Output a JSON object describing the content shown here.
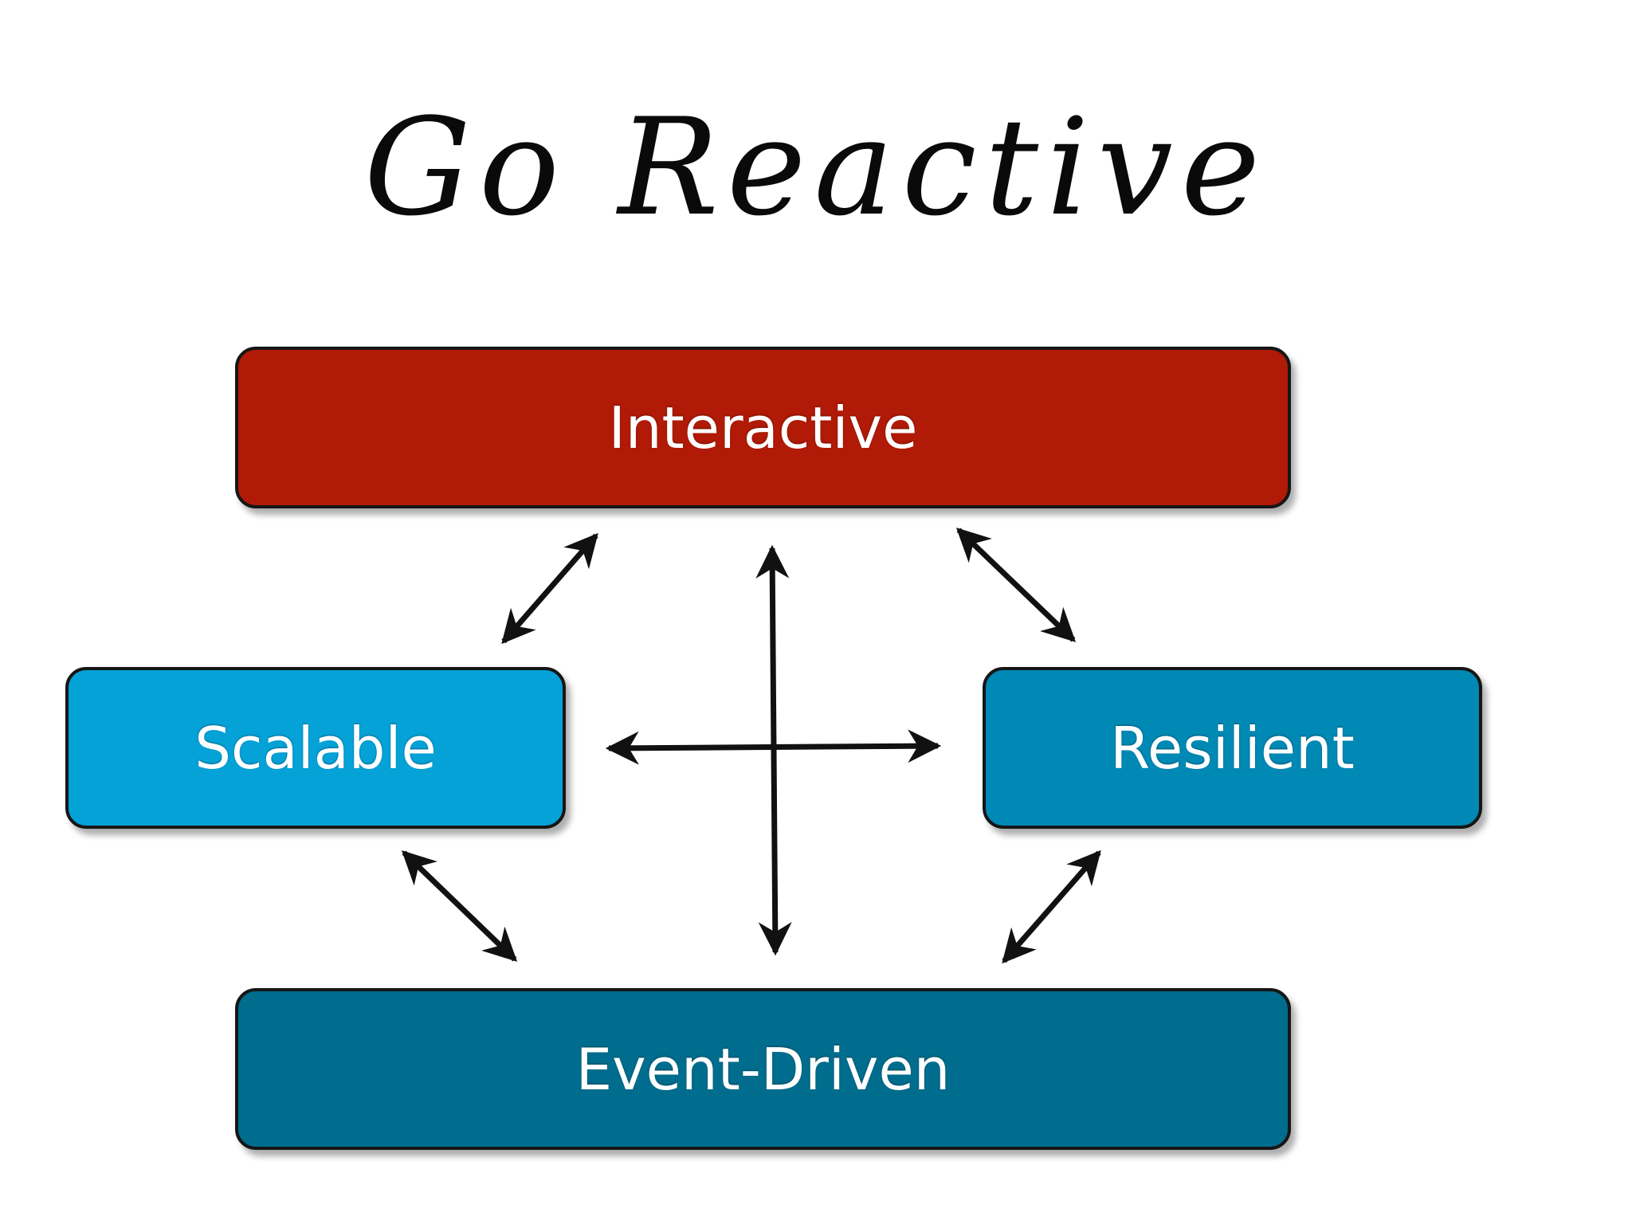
{
  "title": "Go Reactive",
  "colors": {
    "interactive": "#b11a06",
    "scalable": "#05a2d8",
    "resilient": "#0189b5",
    "event_driven": "#016d8e",
    "arrow": "#111111"
  },
  "nodes": {
    "interactive": "Interactive",
    "scalable": "Scalable",
    "resilient": "Resilient",
    "event_driven": "Event-Driven"
  }
}
